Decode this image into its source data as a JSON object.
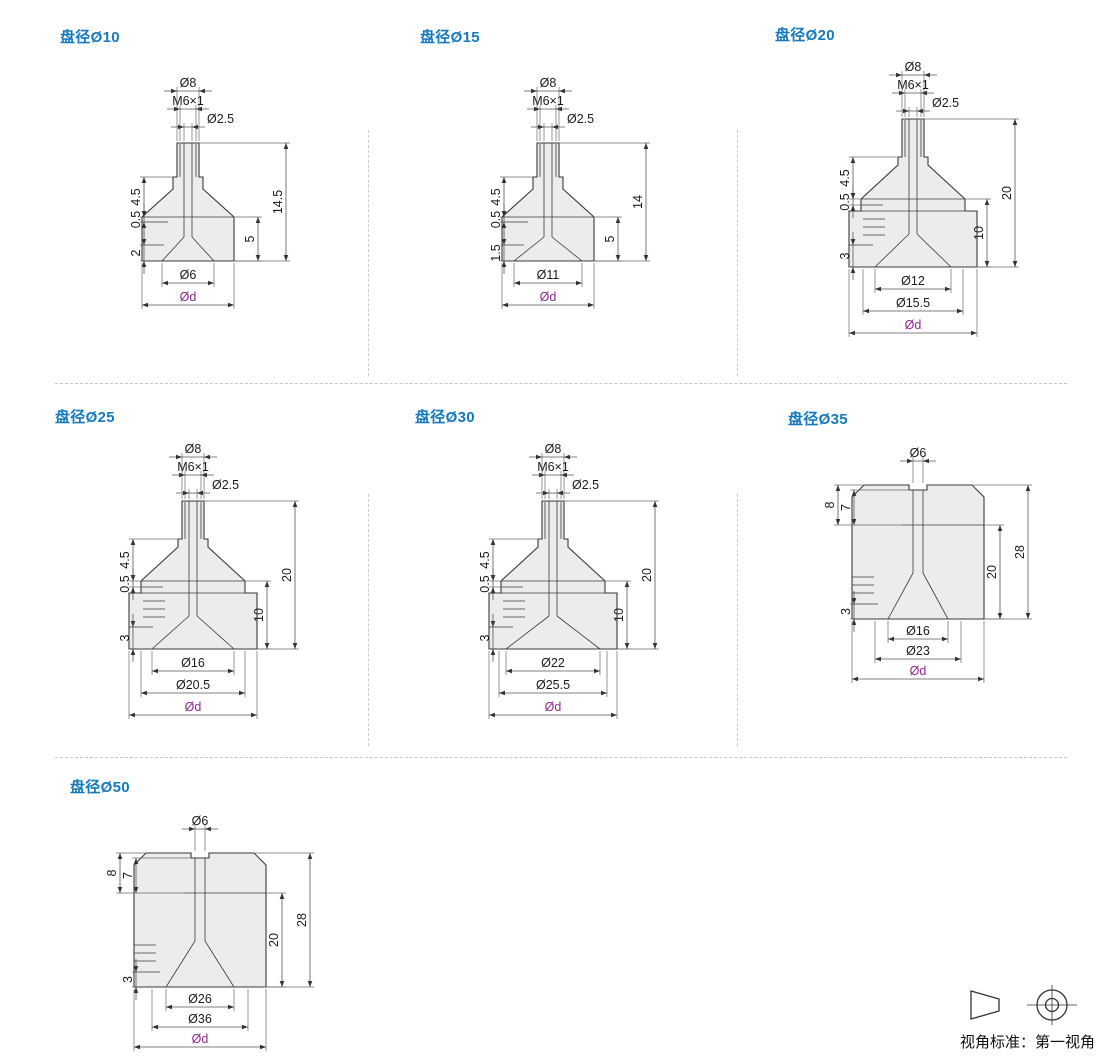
{
  "page": {
    "background": "#ffffff",
    "view_standard_label": "视角标准：第一视角"
  },
  "colors": {
    "title_blue": "#1679bd",
    "dimension_text": "#1a1a1a",
    "od_purple": "#8e2a8e",
    "part_fill": "#ececec",
    "outline": "#3a3a3a"
  },
  "drawings": [
    {
      "id": "d10",
      "title": "盘径Ø10",
      "type": "A",
      "top": [
        "Ø8",
        "M6×1",
        "Ø2.5"
      ],
      "left": [
        "4.5",
        "0.5",
        "2"
      ],
      "right": [
        "14.5",
        "5"
      ],
      "bottom": [
        "Ø6",
        "Ød"
      ]
    },
    {
      "id": "d15",
      "title": "盘径Ø15",
      "type": "A",
      "top": [
        "Ø8",
        "M6×1",
        "Ø2.5"
      ],
      "left": [
        "4.5",
        "0.5",
        "1.5"
      ],
      "right": [
        "14",
        "5"
      ],
      "bottom": [
        "Ø11",
        "Ød"
      ]
    },
    {
      "id": "d20",
      "title": "盘径Ø20",
      "type": "B",
      "top": [
        "Ø8",
        "M6×1",
        "Ø2.5"
      ],
      "left": [
        "4.5",
        "0.5",
        "3"
      ],
      "right": [
        "20",
        "10"
      ],
      "bottom": [
        "Ø12",
        "Ø15.5",
        "Ød"
      ]
    },
    {
      "id": "d25",
      "title": "盘径Ø25",
      "type": "B",
      "top": [
        "Ø8",
        "M6×1",
        "Ø2.5"
      ],
      "left": [
        "4.5",
        "0.5",
        "3"
      ],
      "right": [
        "20",
        "10"
      ],
      "bottom": [
        "Ø16",
        "Ø20.5",
        "Ød"
      ]
    },
    {
      "id": "d30",
      "title": "盘径Ø30",
      "type": "B",
      "top": [
        "Ø8",
        "M6×1",
        "Ø2.5"
      ],
      "left": [
        "4.5",
        "0.5",
        "3"
      ],
      "right": [
        "20",
        "10"
      ],
      "bottom": [
        "Ø22",
        "Ø25.5",
        "Ød"
      ]
    },
    {
      "id": "d35",
      "title": "盘径Ø35",
      "type": "C",
      "top": [
        "Ø6"
      ],
      "left": [
        "8",
        "7",
        "3"
      ],
      "right": [
        "28",
        "20"
      ],
      "bottom": [
        "Ø16",
        "Ø23",
        "Ød"
      ]
    },
    {
      "id": "d50",
      "title": "盘径Ø50",
      "type": "C",
      "top": [
        "Ø6"
      ],
      "left": [
        "8",
        "7",
        "3"
      ],
      "right": [
        "28",
        "20"
      ],
      "bottom": [
        "Ø26",
        "Ø36",
        "Ød"
      ]
    }
  ]
}
